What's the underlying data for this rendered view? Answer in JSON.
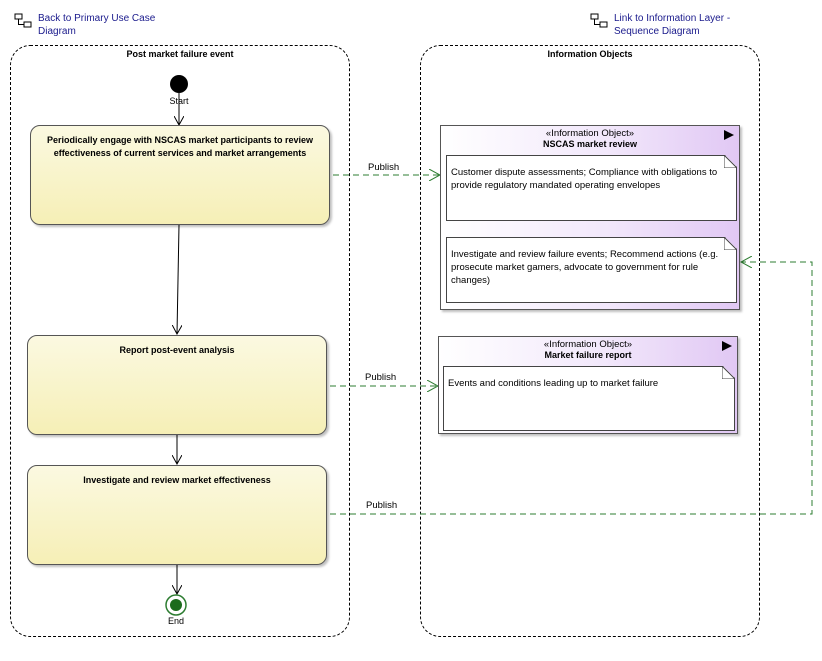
{
  "links": {
    "back": "Back to Primary Use Case Diagram",
    "info_layer": "Link to Information Layer - Sequence Diagram"
  },
  "partitions": {
    "left": "Post market failure event",
    "right": "Information Objects"
  },
  "nodes": {
    "start": "Start",
    "end": "End"
  },
  "actions": [
    "Periodically engage with NSCAS market participants to review effectiveness of current services and market arrangements",
    "Report post-event analysis",
    "Investigate and review market effectiveness"
  ],
  "objects": [
    {
      "stereotype": "«Information Object»",
      "name": "NSCAS market review",
      "notes": [
        "Customer dispute assessments; Compliance with obligations to provide regulatory mandated operating envelopes",
        "Investigate and review failure events; Recommend actions (e.g. prosecute market gamers, advocate to government for rule changes)"
      ]
    },
    {
      "stereotype": "«Information Object»",
      "name": "Market failure report",
      "notes": [
        "Events and conditions leading up to market failure"
      ]
    }
  ],
  "flows": {
    "publish_1": "Publish",
    "publish_2": "Publish",
    "publish_3": "Publish"
  },
  "colors": {
    "action_fill": "#f6efb6",
    "object_fill": "#e1c8f4",
    "flow_line": "#2e7d32",
    "link_text": "#1a1a8c"
  }
}
